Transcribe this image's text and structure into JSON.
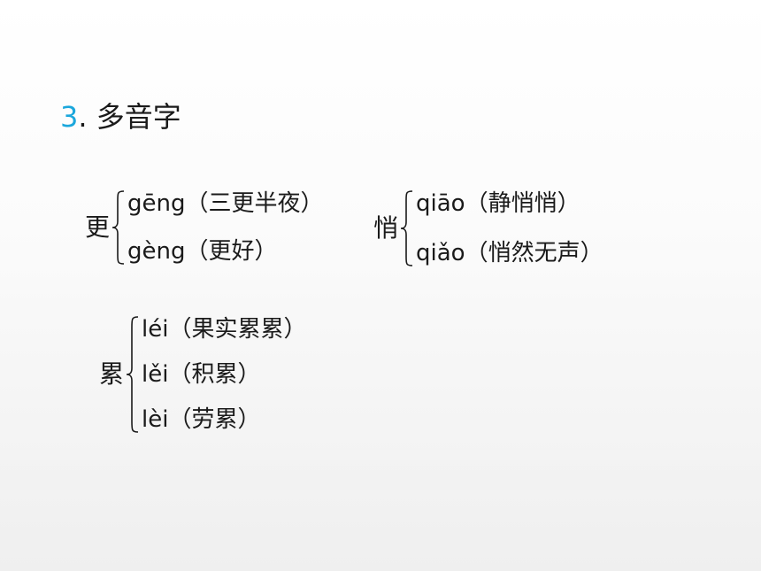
{
  "heading": {
    "number": "3",
    "separator": ".",
    "title": "多音字"
  },
  "groups": {
    "geng": {
      "char": "更",
      "lines": [
        {
          "pinyin": "gēng",
          "open": "（",
          "word": "三更半夜",
          "close": "）"
        },
        {
          "pinyin": "gèng",
          "open": "（",
          "word": "更好",
          "close": "）"
        }
      ]
    },
    "qiao": {
      "char": "悄",
      "lines": [
        {
          "pinyin": "qiāo",
          "open": "（",
          "word": "静悄悄",
          "close": "）"
        },
        {
          "pinyin": "qiǎo",
          "open": "（",
          "word": "悄然无声",
          "close": "）"
        }
      ]
    },
    "lei": {
      "char": "累",
      "lines": [
        {
          "pinyin": "léi",
          "open": "（",
          "word": "果实累累",
          "close": "）"
        },
        {
          "pinyin": "lěi",
          "open": "（",
          "word": "积累",
          "close": "）"
        },
        {
          "pinyin": "lèi",
          "open": "（",
          "word": "劳累",
          "close": "）"
        }
      ]
    }
  },
  "colors": {
    "accent_number": "#1ba7dc",
    "text": "#1a1a1a"
  }
}
